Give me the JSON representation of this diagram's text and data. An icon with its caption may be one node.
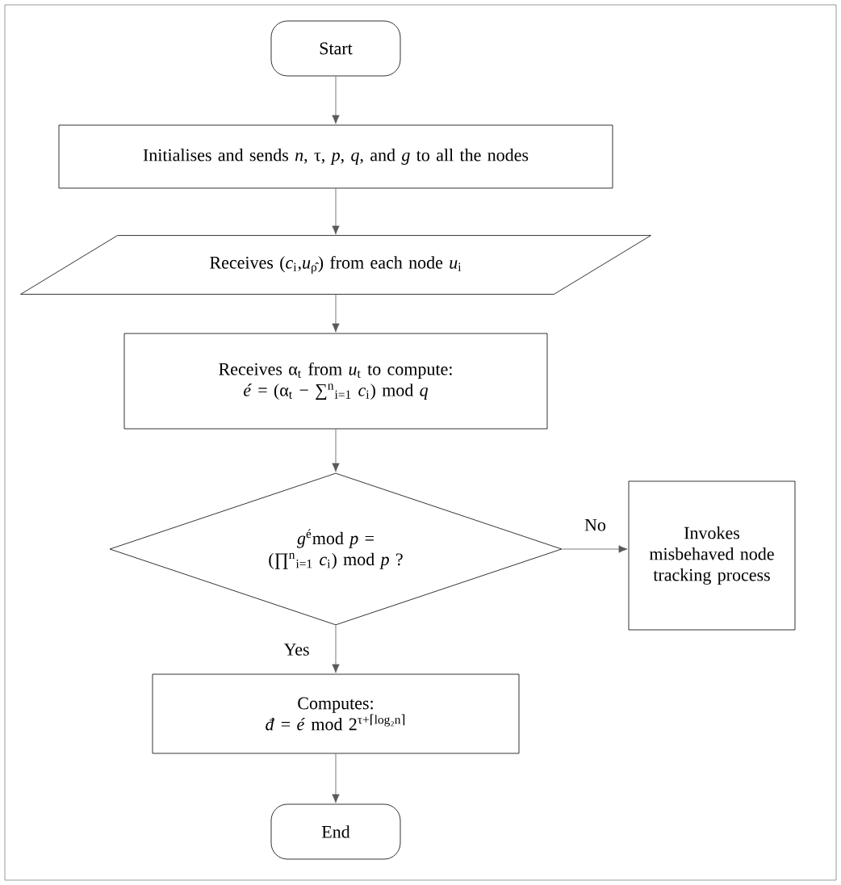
{
  "diagram": {
    "nodes": [
      {
        "text": [
          "Start"
        ]
      },
      {
        "text": [
          "Initialises and sends *n*, τ, *p*, *q*, and *g* to all the nodes"
        ]
      },
      {
        "text": [
          "Receives (*c*$_{i}$,*u*$_{ρ̂}$) from each node *u*$_{i}$"
        ]
      },
      {
        "text": [
          "Receives α$_{t}$ from *u*$_{t}$ to compute:",
          "*é* = (α$_{t}$ − ∑$^{n}$$_{i=1}$ *c*$_{i}$) mod *q*"
        ]
      },
      {
        "text": [
          "*g*$^{é}$mod *p* =",
          "(∏$^{n}$$_{i=1}$ *c*$_{i}$) mod *p* ?"
        ]
      },
      {
        "text": [
          "Invokes misbehaved node tracking process"
        ]
      },
      {
        "text": [
          "Computes:",
          "*đ* = *é* mod 2$^{τ+⌈log₂n⌉}$"
        ]
      },
      {
        "text": [
          "End"
        ]
      }
    ],
    "edges": [
      {
        "from": 0,
        "to": 1,
        "arrow": "to"
      },
      {
        "from": 1,
        "to": 2,
        "arrow": "to"
      },
      {
        "from": 2,
        "to": 3,
        "arrow": "to"
      },
      {
        "from": 3,
        "to": 4,
        "arrow": "to"
      },
      {
        "from": 4,
        "to": 5,
        "arrow": "to",
        "label": "No"
      },
      {
        "from": 4,
        "to": 6,
        "arrow": "to",
        "label": "Yes"
      },
      {
        "from": 6,
        "to": 7,
        "arrow": "to"
      }
    ]
  }
}
